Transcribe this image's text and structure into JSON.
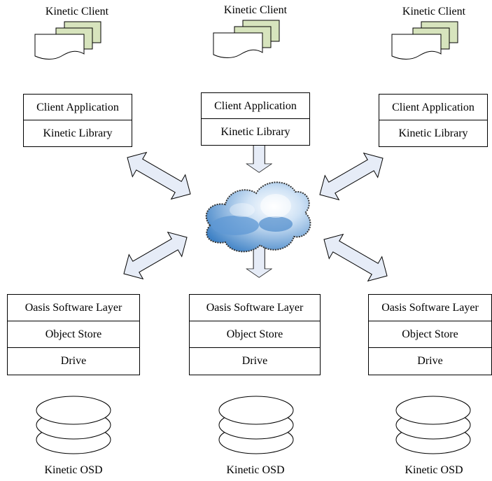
{
  "clients": [
    {
      "title": "Kinetic Client",
      "layers": [
        "Client Application",
        "Kinetic Library"
      ],
      "icon": "documents-icon"
    },
    {
      "title": "Kinetic Client",
      "layers": [
        "Client Application",
        "Kinetic Library"
      ],
      "icon": "documents-icon"
    },
    {
      "title": "Kinetic Client",
      "layers": [
        "Client Application",
        "Kinetic Library"
      ],
      "icon": "documents-icon"
    }
  ],
  "osds": [
    {
      "title": "Kinetic OSD",
      "layers": [
        "Oasis Software Layer",
        "Object Store",
        "Drive"
      ],
      "icon": "disk-stack-icon"
    },
    {
      "title": "Kinetic OSD",
      "layers": [
        "Oasis Software Layer",
        "Object Store",
        "Drive"
      ],
      "icon": "disk-stack-icon"
    },
    {
      "title": "Kinetic OSD",
      "layers": [
        "Oasis Software Layer",
        "Object Store",
        "Drive"
      ],
      "icon": "disk-stack-icon"
    }
  ],
  "network": {
    "icon": "cloud-icon"
  },
  "colors": {
    "doc_fill": "#d7e4bd",
    "arrow_fill": "#e6ecf7",
    "cloud_light": "#dbe9f7",
    "cloud_dark": "#3f82c6"
  }
}
